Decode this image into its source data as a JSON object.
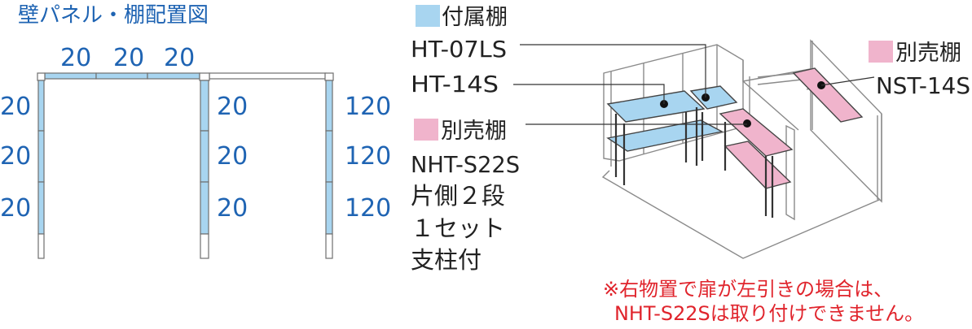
{
  "title": "壁パネル・棚配置図",
  "top_panels": [
    "20",
    "20",
    "20"
  ],
  "left_panels": [
    "20",
    "20",
    "20"
  ],
  "middle_panels": [
    "20",
    "20",
    "20"
  ],
  "right_panels": [
    "120",
    "120",
    "120"
  ],
  "legend": {
    "included_shelf": "付属棚",
    "separate_shelf_1": "別売棚",
    "separate_shelf_2": "別売棚"
  },
  "labels": {
    "ht07ls": "HT-07LS",
    "ht14s": "HT-14S",
    "nhts22s": "NHT-S22S",
    "nhts22s_desc_1": "片側２段",
    "nhts22s_desc_2": "１セット",
    "nhts22s_desc_3": "支柱付",
    "nst14s": "NST-14S"
  },
  "note": {
    "line1": "※右物置で扉が左引きの場合は、",
    "line2": "NHT-S22Sは取り付けできません。"
  },
  "colors": {
    "included_shelf": "#a8d5f0",
    "separate_shelf": "#f0b4cc",
    "panel_numbers": "#1f64b3",
    "note": "#e0242c"
  }
}
